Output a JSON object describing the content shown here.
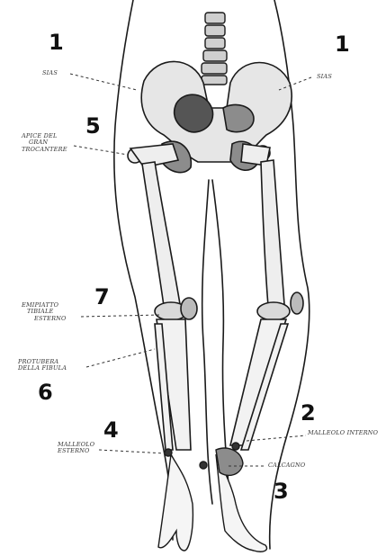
{
  "numbers": {
    "sias_left": "1",
    "sias_right": "1",
    "greater_trochanter": "5",
    "tibial_plateau": "7",
    "fibular_head": "6",
    "lateral_malleolus": "4",
    "medial_malleolus": "2",
    "calcaneus": "3"
  },
  "labels": {
    "sias_left": "SIAS",
    "sias_right": "SIAS",
    "greater_trochanter": [
      "APICE DEL",
      "GRAN",
      "TROCANTERE"
    ],
    "tibial_plateau": [
      "EMIPIATTO",
      "TIBIALE",
      "ESTERNO"
    ],
    "fibular_head": [
      "PROTUBERA",
      "DELLA FIBULA"
    ],
    "lateral_malleolus": [
      "MALLEOLO",
      "ESTERNO"
    ],
    "medial_malleolus": "MALLEOLO INTERNO",
    "calcaneus": "CALCAGNO"
  },
  "colors": {
    "ink": "#1a1a1a",
    "bone_shade": "#8c8c8c",
    "dark_shade": "#555555"
  }
}
